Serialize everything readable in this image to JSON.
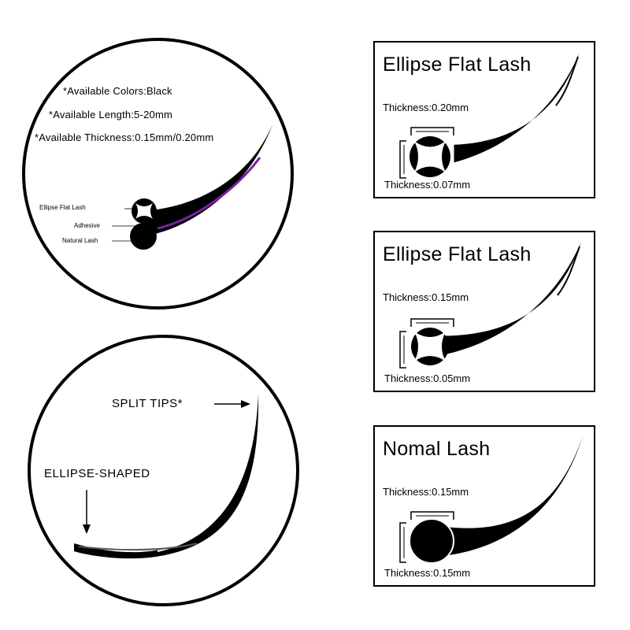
{
  "specs": {
    "colors": "*Available Colors:Black",
    "length": "*Available Length:5-20mm",
    "thickness": "*Available Thickness:0.15mm/0.20mm"
  },
  "cross_section_labels": {
    "ellipse": "Ellipse Flat Lash",
    "adhesive": "Adhesive",
    "natural": "Natural Lash"
  },
  "accent_color": "#7b1fa2",
  "callouts": {
    "split_tips": "SPLIT TIPS*",
    "ellipse_shaped": "ELLIPSE-SHAPED"
  },
  "panels": [
    {
      "title": "Ellipse Flat Lash",
      "top_label": "Thickness:0.20mm",
      "bottom_label": "Thickness:0.07mm",
      "shape": "ellipse"
    },
    {
      "title": "Ellipse Flat Lash",
      "top_label": "Thickness:0.15mm",
      "bottom_label": "Thickness:0.05mm",
      "shape": "ellipse"
    },
    {
      "title": "Nomal Lash",
      "top_label": "Thickness:0.15mm",
      "bottom_label": "Thickness:0.15mm",
      "shape": "round"
    }
  ]
}
